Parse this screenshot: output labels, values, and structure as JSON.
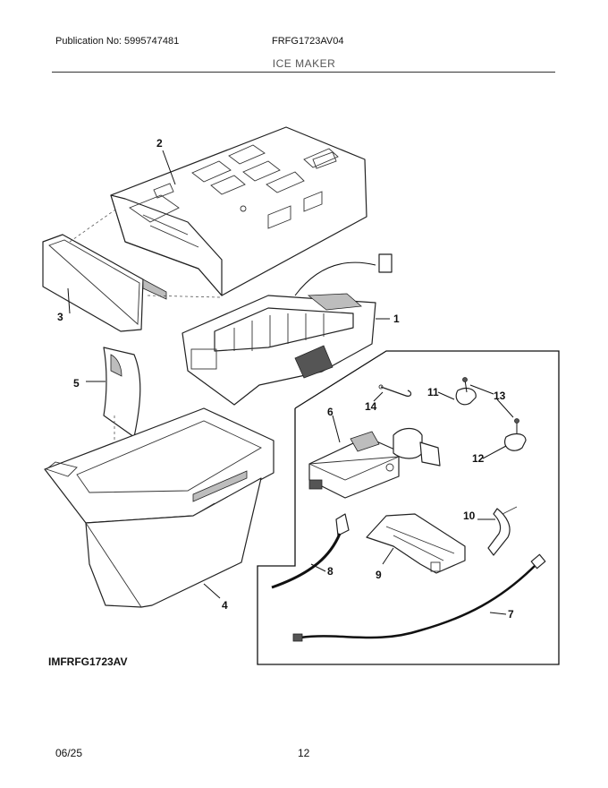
{
  "header": {
    "publication": "Publication No: 5995747481",
    "model": "FRFG1723AV04",
    "section": "ICE MAKER"
  },
  "diagram_id": "IMFRFG1723AV",
  "footer": {
    "date": "06/25",
    "page": "12"
  },
  "callouts": [
    "1",
    "2",
    "3",
    "4",
    "5",
    "6",
    "7",
    "8",
    "9",
    "10",
    "11",
    "12",
    "13",
    "14"
  ]
}
